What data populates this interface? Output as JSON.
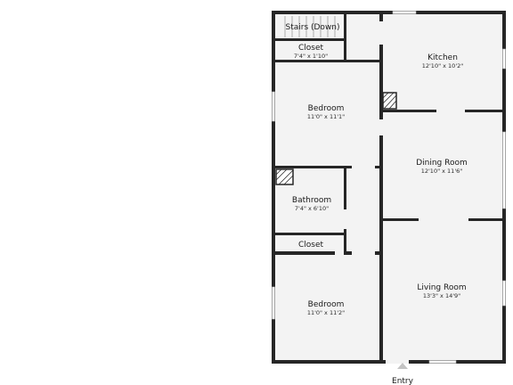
{
  "rooms": {
    "stairs": {
      "name": "Stairs (Down)"
    },
    "closet_top": {
      "name": "Closet",
      "dims": "7'4\" x 1'10\""
    },
    "bedroom_top": {
      "name": "Bedroom",
      "dims": "11'0\" x 11'1\""
    },
    "kitchen": {
      "name": "Kitchen",
      "dims": "12'10\" x 10'2\""
    },
    "dining_room": {
      "name": "Dining Room",
      "dims": "12'10\" x 11'6\""
    },
    "bathroom": {
      "name": "Bathroom",
      "dims": "7'4\" x 6'10\""
    },
    "closet_bottom": {
      "name": "Closet"
    },
    "bedroom_bottom": {
      "name": "Bedroom",
      "dims": "11'0\" x 11'2\""
    },
    "living_room": {
      "name": "Living Room",
      "dims": "13'3\" x 14'9\""
    }
  },
  "entry": {
    "label": "Entry"
  },
  "icons": {
    "entry_marker": "triangle-up",
    "chimney_markers": "hatched-square"
  },
  "colors": {
    "wall": "#262626",
    "floor": "#f3f3f3",
    "background": "#ffffff"
  }
}
